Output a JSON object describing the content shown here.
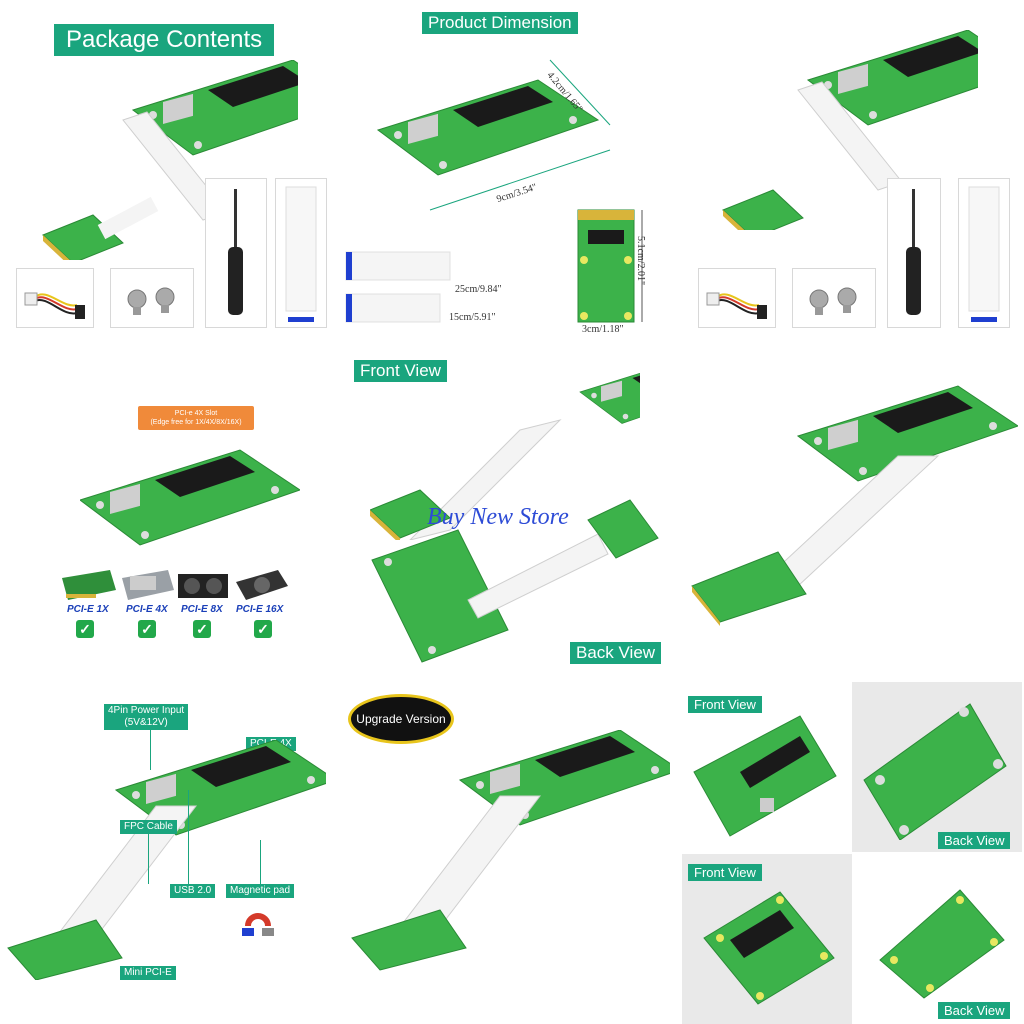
{
  "package_contents": {
    "title": "Package Contents",
    "cable_25_label": "25cm/9.84\"",
    "cable_15_label": "15cm/5.91\""
  },
  "product_dimension": {
    "title": "Product Dimension",
    "board_width": "4.2cm/1.65\"",
    "board_length": "9cm/3.54\"",
    "mini_height": "5.1cm/2.01\"",
    "mini_width": "3cm/1.18\""
  },
  "slot_callout": {
    "text": "PCI-e 4X Slot\n(Edge free for 1X/4X/8X/16X)"
  },
  "compat_cards": [
    {
      "label": "PCI-E 1X"
    },
    {
      "label": "PCI-E 4X"
    },
    {
      "label": "PCI-E 8X"
    },
    {
      "label": "PCI-E 16X"
    }
  ],
  "views": {
    "front_view": "Front View",
    "back_view": "Back View",
    "watermark": "Buy New Store"
  },
  "features": {
    "power_input": "4Pin Power Input\n(5V&12V)",
    "pcie_4x": "PCI-E 4X",
    "fpc_cable": "FPC Cable",
    "usb": "USB 2.0",
    "magnetic_pad": "Magnetic pad",
    "mini_pcie": "Mini PCI-E"
  },
  "upgrade_badge": "Upgrade Version",
  "colors": {
    "accent": "#1aa57e",
    "pcb_green": "#3cb24a",
    "callout_orange": "#f08a3a",
    "watermark_blue": "#2d4bd6",
    "badge_gold": "#e8c51c"
  }
}
